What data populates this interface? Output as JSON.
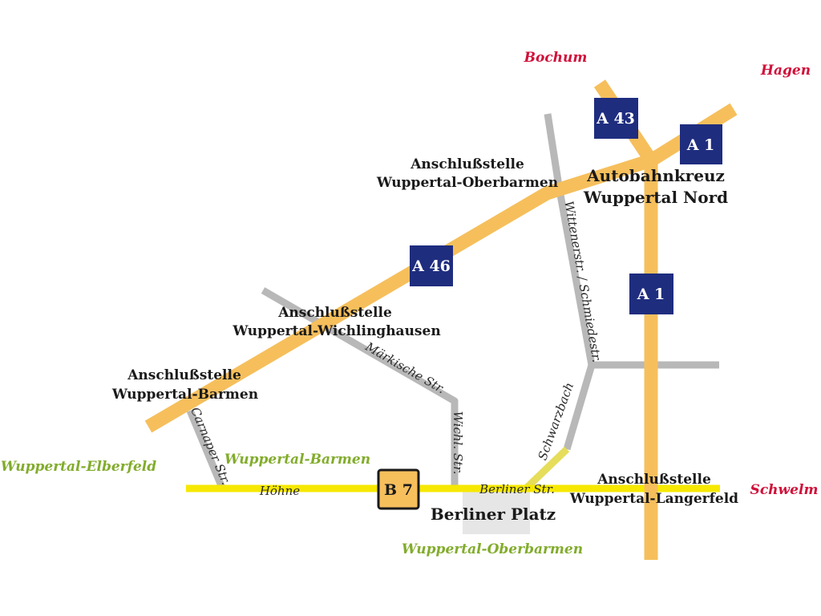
{
  "colors": {
    "autobahn": "#f6bf5c",
    "b7": "#f6e800",
    "street": "#b8b8b8",
    "shield": "#1f2d7f",
    "destination_red": "#d0103a",
    "district_green": "#82ac2c",
    "platz": "#e6e6e6"
  },
  "shields": {
    "a43": "A 43",
    "a1_top": "A 1",
    "a46": "A 46",
    "a1_mid": "A 1",
    "b7": "B 7"
  },
  "labels": {
    "bochum": "Bochum",
    "hagen": "Hagen",
    "schwelm": "Schwelm",
    "elberfeld": "Wuppertal-Elberfeld",
    "barmen_district": "Wuppertal-Barmen",
    "oberbarmen_district": "Wuppertal-Oberbarmen",
    "oberbarmen_line1": "Anschlußstelle",
    "oberbarmen_line2": "Wuppertal-Oberbarmen",
    "kreuz_line1": "Autobahnkreuz",
    "kreuz_line2": "Wuppertal Nord",
    "wichlinghausen_line1": "Anschlußstelle",
    "wichlinghausen_line2": "Wuppertal-Wichlinghausen",
    "barmen_line1": "Anschlußstelle",
    "barmen_line2": "Wuppertal-Barmen",
    "langerfeld_line1": "Anschlußstelle",
    "langerfeld_line2": "Wuppertal-Langerfeld",
    "berliner_platz": "Berliner Platz"
  },
  "streets": {
    "hoehne": "Höhne",
    "berliner_str": "Berliner Str.",
    "carnaper": "Carnaper Str.",
    "maerkische": "Märkische Str.",
    "wichl": "Wichl. Str.",
    "wittener": "Wittenerstr. / Schmiedestr.",
    "schwarzbach": "Schwarzbach"
  }
}
